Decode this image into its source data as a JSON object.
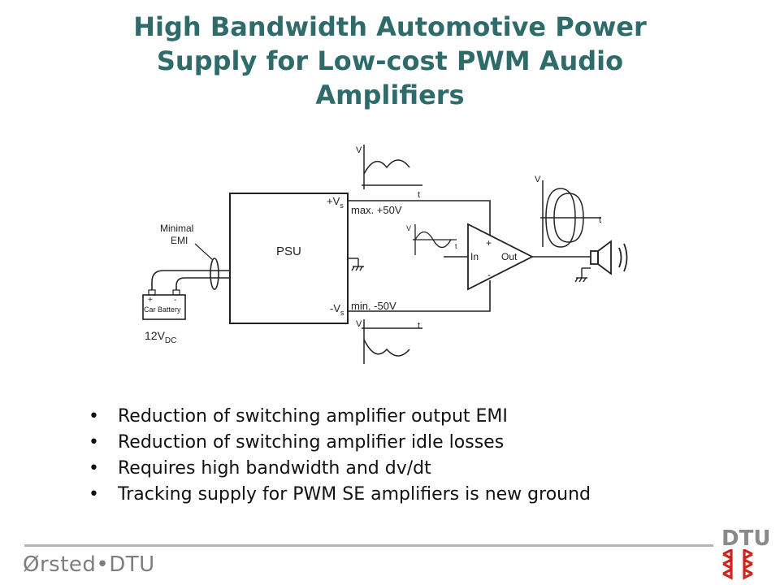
{
  "title": {
    "line1": "High Bandwidth Automotive Power",
    "line2": "Supply for Low-cost PWM Audio",
    "line3": "Amplifiers"
  },
  "diagram": {
    "psu_label": "PSU",
    "plus_vs": "+V",
    "minus_vs": "-V",
    "vs_sub": "s",
    "max_label": "max. +50V",
    "min_label": "min. -50V",
    "minimal": "Minimal",
    "emi": "EMI",
    "battery_label": "Car Battery",
    "battery_plus": "+",
    "battery_minus": "-",
    "battery_voltage": "12V",
    "battery_sub": "DC",
    "v_axis": "V",
    "t_axis": "t",
    "amp_in": "In",
    "amp_out": "Out",
    "amp_plus": "+",
    "amp_minus": "-"
  },
  "bullets": [
    "Reduction of switching amplifier output EMI",
    "Reduction of switching amplifier idle losses",
    "Requires high bandwidth and dv/dt",
    "Tracking supply for PWM SE amplifiers is new ground"
  ],
  "footer": {
    "logo": "Ørsted•DTU",
    "dtu": "DTU"
  },
  "colors": {
    "title": "#2f6b6b",
    "dtu_red": "#d0221f",
    "footer_gray": "#7d7d7d"
  }
}
